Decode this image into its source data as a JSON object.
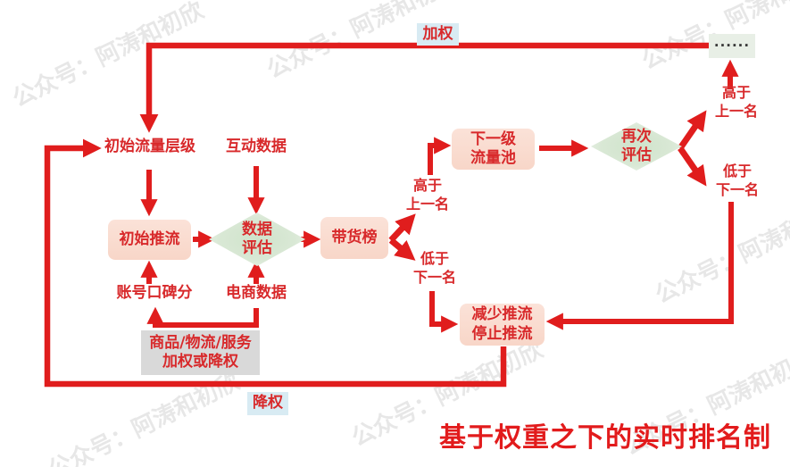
{
  "title": "基于权重之下的实时排名制",
  "watermark": "公众号：阿涛和初欣",
  "colors": {
    "arrow_red": "#e01d1d",
    "text_red": "#d8292b",
    "box_pink": "#f9dacd",
    "diamond_green": "#cfe3cb",
    "dots_bg": "#e8efe6",
    "label_blue_bg": "#d8ebf3",
    "gray_box": "#d9d9d9",
    "title_red": "#e21b1c"
  },
  "nodes": {
    "initial_traffic_level": "初始流量层级",
    "interaction_data": "互动数据",
    "initial_push": "初始推流",
    "data_evaluation": "数据\n评估",
    "sales_ranking": "带货榜",
    "next_pool": "下一级\n流量池",
    "re_evaluation": "再次\n评估",
    "dots": "······",
    "account_score": "账号口碑分",
    "ecommerce_data": "电商数据",
    "weight_adjust": "商品/物流/服务\n加权或降权",
    "reduce_push": "减少推流\n停止推流"
  },
  "labels": {
    "higher_than_prev": "高于\n上一名",
    "lower_than_next": "低于\n下一名",
    "add_weight": "加权",
    "reduce_weight": "降权"
  }
}
